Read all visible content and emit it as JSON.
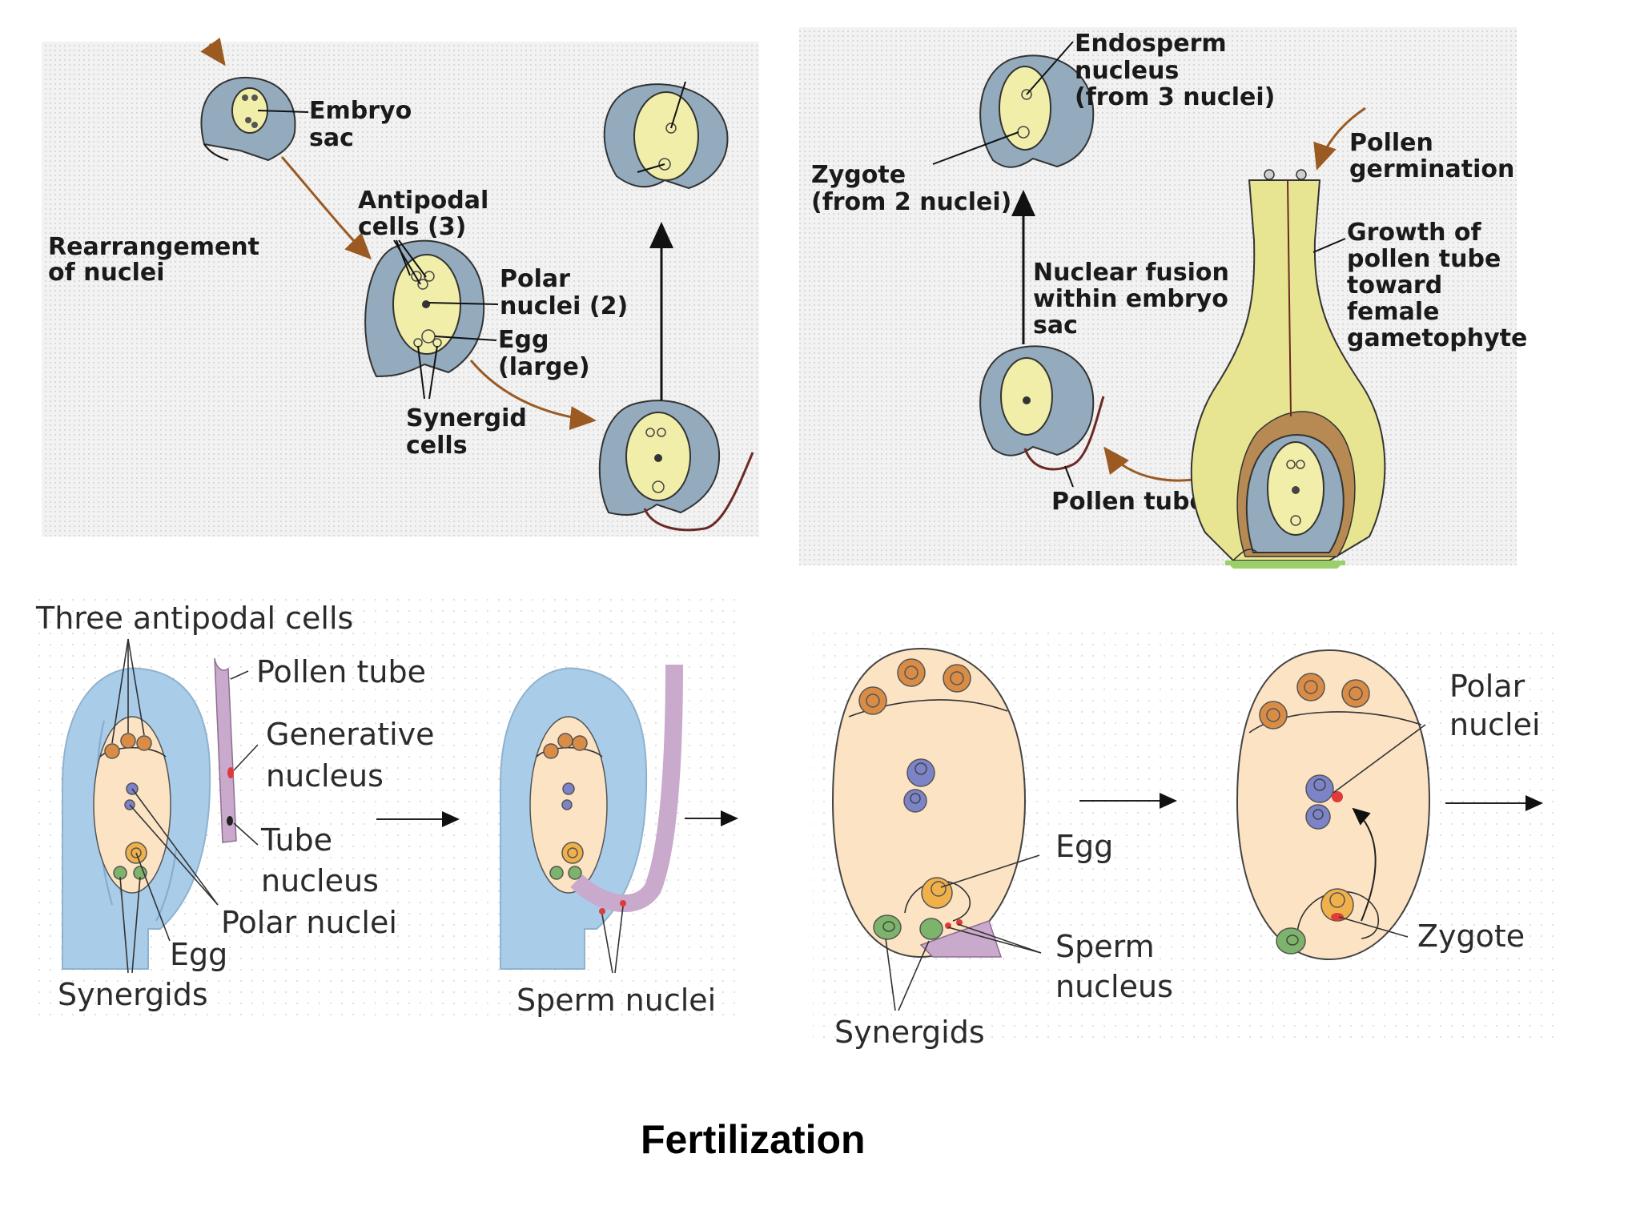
{
  "labels": {
    "embryo_sac": [
      "Embryo",
      "sac"
    ],
    "rearrangement": [
      "Rearrangement",
      "of nuclei"
    ],
    "antipodal": [
      "Antipodal",
      "cells (3)"
    ],
    "polar_2": [
      "Polar",
      "nuclei (2)"
    ],
    "egg_large": [
      "Egg",
      "(large)"
    ],
    "synergid_cells": [
      "Synergid",
      "cells"
    ],
    "endosperm": [
      "Endosperm",
      "nucleus",
      "(from 3 nuclei)"
    ],
    "zygote_from2": [
      "Zygote",
      "(from 2 nuclei)"
    ],
    "pollen_germination": [
      "Pollen",
      "germination"
    ],
    "growth": [
      "Growth of",
      "pollen tube",
      "toward",
      "female",
      "gametophyte"
    ],
    "nuclear_fusion": [
      "Nuclear fusion",
      "within embryo",
      "sac"
    ],
    "pollen_tube_top": "Pollen tube",
    "three_antipodal": "Three antipodal cells",
    "pollen_tube_bottom": "Pollen tube",
    "generative": [
      "Generative",
      "nucleus"
    ],
    "tube_nucleus": [
      "Tube",
      "nucleus"
    ],
    "polar_nuclei_bottom": "Polar nuclei",
    "egg_bottom": "Egg",
    "synergids_bottom": "Synergids",
    "sperm_nuclei": "Sperm nuclei",
    "egg_right": "Egg",
    "sperm_nucleus": [
      "Sperm",
      "nucleus"
    ],
    "synergids_right": "Synergids",
    "polar_nuclei_right": [
      "Polar",
      "nuclei"
    ],
    "zygote_right": "Zygote"
  },
  "title": "Fertilization",
  "colors": {
    "integument_blue": "#93abbd",
    "sac_yellow": "#f1eeaa",
    "light_blue": "#a9cce8",
    "cytoplasm": "#fbe3c4",
    "antipodal_orange": "#d98c45",
    "polar_blue": "#7c83c7",
    "egg_orange": "#f0b04a",
    "synergid_green": "#7db36a",
    "sperm_red": "#e03a3a",
    "tube_purple": "#c9a9cc",
    "arrow_brown": "#9b5a22"
  }
}
